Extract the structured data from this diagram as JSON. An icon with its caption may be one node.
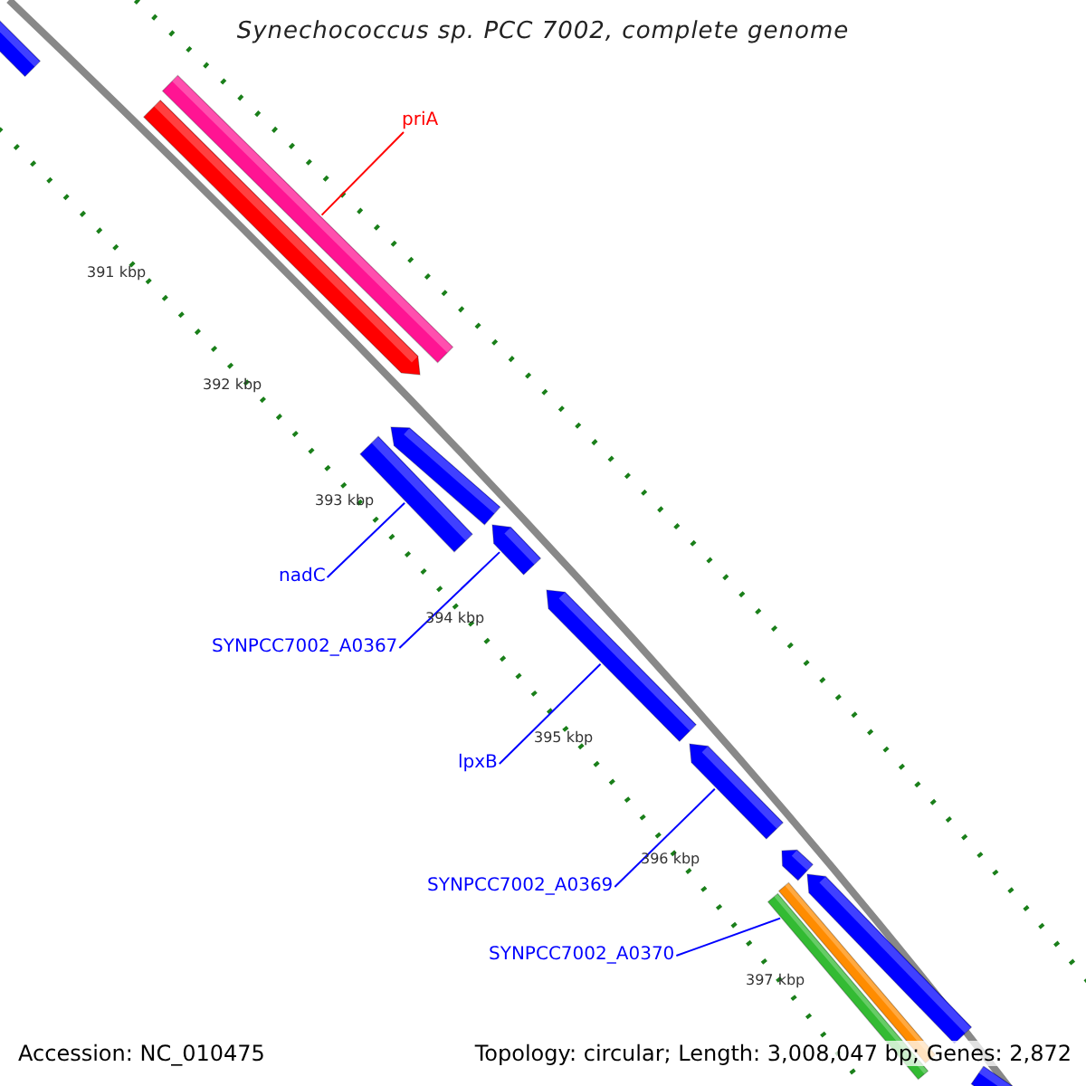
{
  "diagram": {
    "title": "Synechococcus sp. PCC 7002, complete genome",
    "nodes": [
      {
        "text": [
          "priA"
        ]
      },
      {
        "text": [
          "nadC"
        ]
      },
      {
        "text": [
          "SYNPCC7002_A0367"
        ]
      },
      {
        "text": [
          "lpxB"
        ]
      },
      {
        "text": [
          "SYNPCC7002_A0369"
        ]
      },
      {
        "text": [
          "SYNPCC7002_A0370"
        ]
      },
      {
        "text": [],
        "shape": "bar"
      },
      {
        "text": [],
        "shape": "bar"
      },
      {
        "text": [],
        "shape": "bar"
      },
      {
        "text": [],
        "shape": "bar"
      },
      {
        "text": [],
        "shape": "bar"
      },
      {
        "text": [],
        "shape": "bar"
      },
      {
        "text": [],
        "shape": "bar"
      },
      {
        "text": [],
        "shape": "bar"
      },
      {
        "text": [],
        "shape": "bar"
      },
      {
        "text": [],
        "shape": "bar"
      },
      {
        "text": [],
        "shape": "bar"
      },
      {
        "text": [],
        "shape": "bar"
      },
      {
        "text": [],
        "shape": "bar"
      }
    ],
    "edges": [
      {
        "from": 0,
        "to": 7,
        "arrow": "none",
        "color": "#ff0000"
      },
      {
        "from": 1,
        "to": 10,
        "arrow": "none"
      },
      {
        "from": 2,
        "to": 11,
        "arrow": "none"
      },
      {
        "from": 3,
        "to": 12,
        "arrow": "none"
      },
      {
        "from": 4,
        "to": 13,
        "arrow": "none"
      },
      {
        "from": 5,
        "to": 17,
        "arrow": "none"
      }
    ],
    "labels": [
      "391 kbp",
      "392 kbp",
      "393 kbp",
      "394 kbp",
      "395 kbp",
      "396 kbp",
      "397 kbp",
      "Accession: NC_010475",
      "Topology: circular; Length: 3,008,047 bp; Genes: 2,872"
    ]
  }
}
